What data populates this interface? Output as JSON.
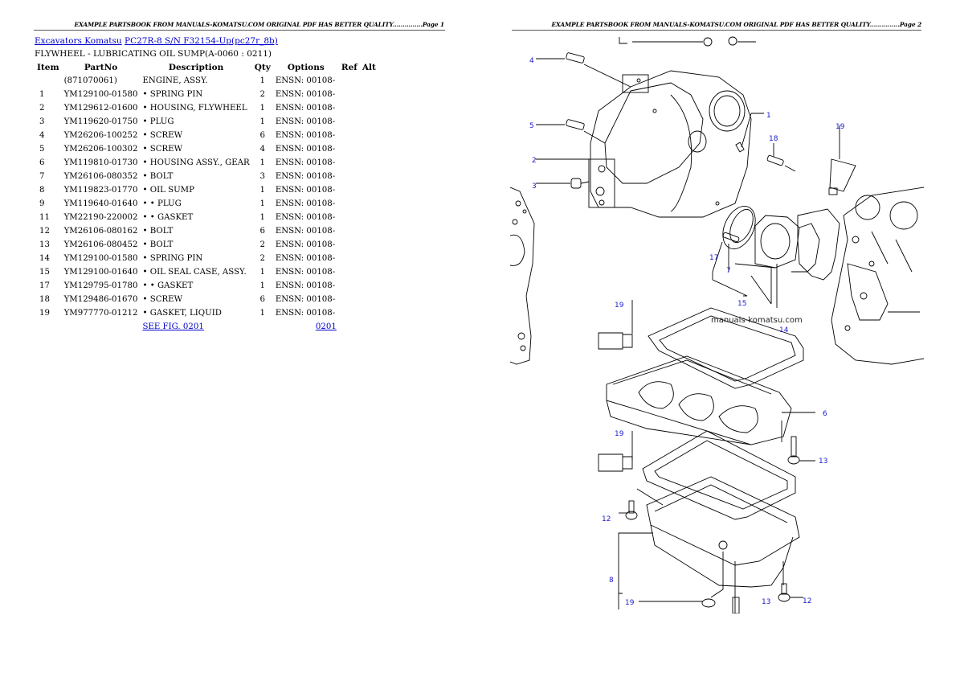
{
  "pages": [
    {
      "header": "EXAMPLE PARTSBOOK FROM MANUALS-KOMATSU.COM ORIGINAL PDF HAS BETTER QUALITY...............Page 1",
      "breadcrumbs": [
        {
          "label": "Excavators Komatsu"
        },
        {
          "label": "PC27R-8 S/N F32154-Up(pc27r_8b)"
        }
      ],
      "subtitle": "FLYWHEEL - LUBRICATING OIL SUMP(A-0060 : 0211)",
      "table": {
        "columns": [
          "Item",
          "PartNo",
          "Description",
          "Qty",
          "Options",
          "Ref",
          "Alt"
        ],
        "rows": [
          {
            "item": "",
            "partno": "(871070061)",
            "desc": "ENGINE, ASSY.",
            "qty": "1",
            "options": "ENSN: 00108-"
          },
          {
            "item": "1",
            "partno": "YM129100-01580",
            "desc": "• SPRING PIN",
            "qty": "2",
            "options": "ENSN: 00108-"
          },
          {
            "item": "2",
            "partno": "YM129612-01600",
            "desc": "• HOUSING, FLYWHEEL",
            "qty": "1",
            "options": "ENSN: 00108-"
          },
          {
            "item": "3",
            "partno": "YM119620-01750",
            "desc": "• PLUG",
            "qty": "1",
            "options": "ENSN: 00108-"
          },
          {
            "item": "4",
            "partno": "YM26206-100252",
            "desc": "• SCREW",
            "qty": "6",
            "options": "ENSN: 00108-"
          },
          {
            "item": "5",
            "partno": "YM26206-100302",
            "desc": "• SCREW",
            "qty": "4",
            "options": "ENSN: 00108-"
          },
          {
            "item": "6",
            "partno": "YM119810-01730",
            "desc": "• HOUSING ASSY., GEAR",
            "qty": "1",
            "options": "ENSN: 00108-"
          },
          {
            "item": "7",
            "partno": "YM26106-080352",
            "desc": "• BOLT",
            "qty": "3",
            "options": "ENSN: 00108-"
          },
          {
            "item": "8",
            "partno": "YM119823-01770",
            "desc": "• OIL SUMP",
            "qty": "1",
            "options": "ENSN: 00108-"
          },
          {
            "item": "9",
            "partno": "YM119640-01640",
            "desc": "• • PLUG",
            "qty": "1",
            "options": "ENSN: 00108-"
          },
          {
            "item": "11",
            "partno": "YM22190-220002",
            "desc": "• • GASKET",
            "qty": "1",
            "options": "ENSN: 00108-"
          },
          {
            "item": "12",
            "partno": "YM26106-080162",
            "desc": "• BOLT",
            "qty": "6",
            "options": "ENSN: 00108-"
          },
          {
            "item": "13",
            "partno": "YM26106-080452",
            "desc": "• BOLT",
            "qty": "2",
            "options": "ENSN: 00108-"
          },
          {
            "item": "14",
            "partno": "YM129100-01580",
            "desc": "• SPRING PIN",
            "qty": "2",
            "options": "ENSN: 00108-"
          },
          {
            "item": "15",
            "partno": "YM129100-01640",
            "desc": "• OIL SEAL CASE, ASSY.",
            "qty": "1",
            "options": "ENSN: 00108-"
          },
          {
            "item": "17",
            "partno": "YM129795-01780",
            "desc": "• • GASKET",
            "qty": "1",
            "options": "ENSN: 00108-"
          },
          {
            "item": "18",
            "partno": "YM129486-01670",
            "desc": "• SCREW",
            "qty": "6",
            "options": "ENSN: 00108-"
          },
          {
            "item": "19",
            "partno": "YM977770-01212",
            "desc": "• GASKET, LIQUID",
            "qty": "1",
            "options": "ENSN: 00108-"
          }
        ],
        "footer": {
          "see_fig": "SEE FIG. 0201",
          "ref": "0201"
        }
      }
    },
    {
      "header": "EXAMPLE PARTSBOOK FROM MANUALS-KOMATSU.COM ORIGINAL PDF HAS BETTER QUALITY...............Page 2",
      "diagram": {
        "watermark": "manuals-komatsu.com",
        "callouts": [
          "4",
          "5",
          "2",
          "3",
          "1",
          "18",
          "19",
          "17",
          "7",
          "15",
          "14",
          "19",
          "6",
          "19",
          "13",
          "12",
          "8",
          "19",
          "13",
          "12"
        ]
      }
    }
  ],
  "colors": {
    "link": "#0000cc",
    "callout": "#1a1acc",
    "text": "#000000"
  }
}
